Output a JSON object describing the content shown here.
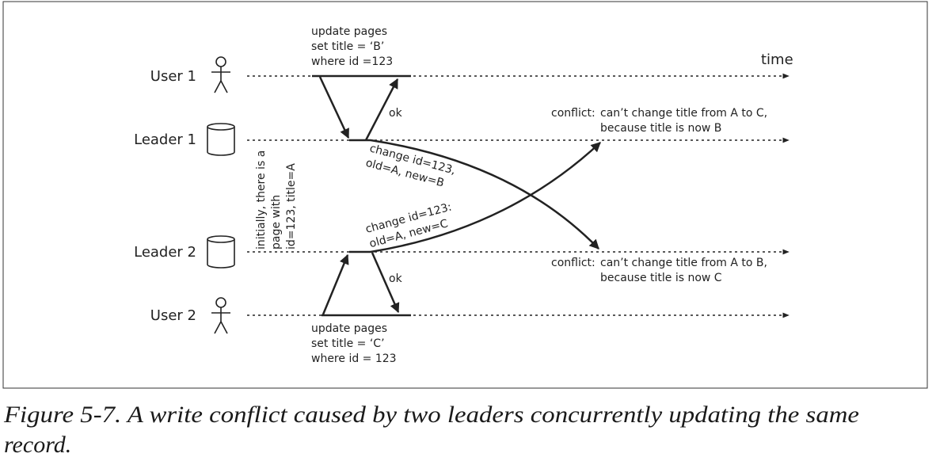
{
  "time_label": "time",
  "lanes": {
    "user1": "User 1",
    "leader1": "Leader 1",
    "leader2": "Leader 2",
    "user2": "User 2"
  },
  "user1_query": [
    "update pages",
    "set title = ‘B’",
    "where id =123"
  ],
  "user2_query": [
    "update pages",
    "set title = ‘C’",
    "where id = 123"
  ],
  "ok_labels": [
    "ok",
    "ok"
  ],
  "replication_1": [
    "change id=123,",
    "old=A, new=B"
  ],
  "replication_2": [
    "change id=123:",
    "old=A, new=C"
  ],
  "initial_note": [
    "initially, there is a",
    "page with",
    "id=123, title=A"
  ],
  "conflict_1": {
    "prefix": "conflict:",
    "lines": [
      "can’t change title from A to C,",
      "because title is now B"
    ]
  },
  "conflict_2": {
    "prefix": "conflict:",
    "lines": [
      "can’t change title from A to B,",
      "because title is now C"
    ]
  },
  "caption": [
    "Figure 5-7. A write conflict caused by two leaders concurrently updating the same",
    "record."
  ]
}
